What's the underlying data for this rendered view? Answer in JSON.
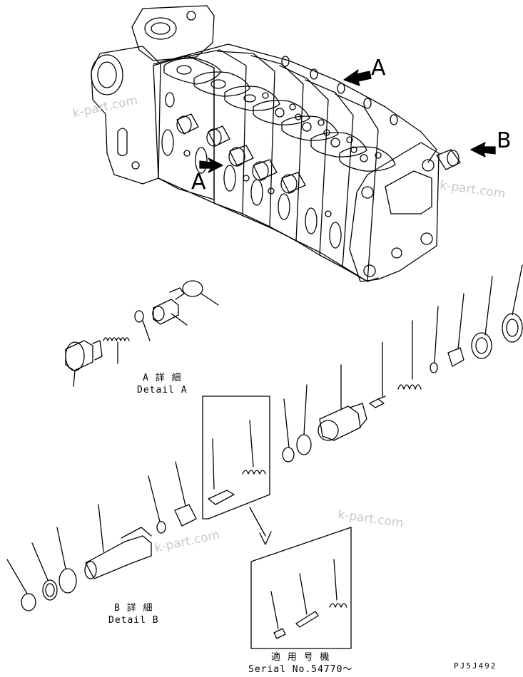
{
  "callouts": {
    "a_top": "A",
    "a_left": "A",
    "b_right": "B"
  },
  "captions": {
    "detail_a_jp": "A 詳 細",
    "detail_a_en": "Detail A",
    "detail_b_jp": "B 詳 細",
    "detail_b_en": "Detail B",
    "serial_jp": "適 用 号 機",
    "serial_en": "Serial No.54770～"
  },
  "watermarks": [
    "k-part.com",
    "k-part.com",
    "k-part.com",
    "k-part.com"
  ],
  "figure_code": "PJ5J492",
  "colors": {
    "line": "#000000",
    "watermark": "#c8c8c8",
    "background": "#ffffff"
  }
}
